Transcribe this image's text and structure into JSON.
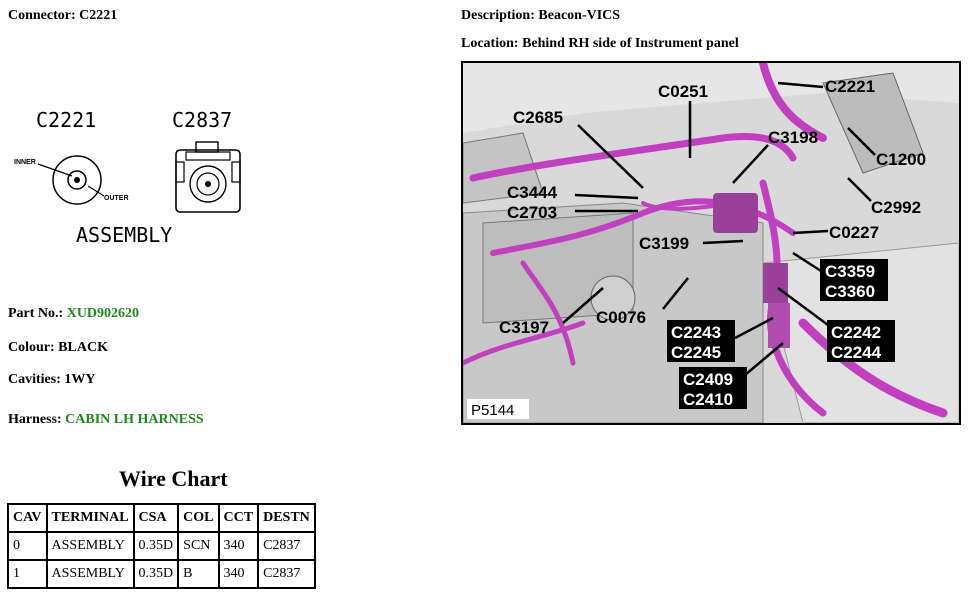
{
  "connector": {
    "label": "Connector:",
    "value": "C2221"
  },
  "description": {
    "label": "Description:",
    "value": "Beacon-VICS"
  },
  "location": {
    "label": "Location:",
    "value": "Behind RH side of Instrument panel"
  },
  "part_no": {
    "label": "Part No.:",
    "value": "XUD902620"
  },
  "colour": {
    "label": "Colour:",
    "value": "BLACK"
  },
  "cavities": {
    "label": "Cavities:",
    "value": "1WY"
  },
  "harness": {
    "label": "Harness:",
    "value": "CABIN LH HARNESS"
  },
  "drawing": {
    "left_label": "C2221",
    "right_label": "C2837",
    "inner": "INNER",
    "outer": "OUTER",
    "caption": "ASSEMBLY"
  },
  "photo": {
    "id": "P5144",
    "refs": [
      "C2221",
      "C0251",
      "C2685",
      "C3198",
      "C1200",
      "C3444",
      "C2703",
      "C2992",
      "C3199",
      "C0227",
      "C3359",
      "C3360",
      "C3197",
      "C0076",
      "C2243",
      "C2245",
      "C2242",
      "C2244",
      "C2409",
      "C2410"
    ]
  },
  "wire_chart": {
    "title": "Wire Chart",
    "headers": [
      "CAV",
      "TERMINAL",
      "CSA",
      "COL",
      "CCT",
      "DESTN"
    ],
    "rows": [
      [
        "0",
        "ASSEMBLY",
        "0.35D",
        "SCN",
        "340",
        "C2837"
      ],
      [
        "1",
        "ASSEMBLY",
        "0.35D",
        "B",
        "340",
        "C2837"
      ]
    ]
  },
  "colors": {
    "accent_green": "#1a8a1a",
    "harness_magenta": "#c040c0"
  }
}
